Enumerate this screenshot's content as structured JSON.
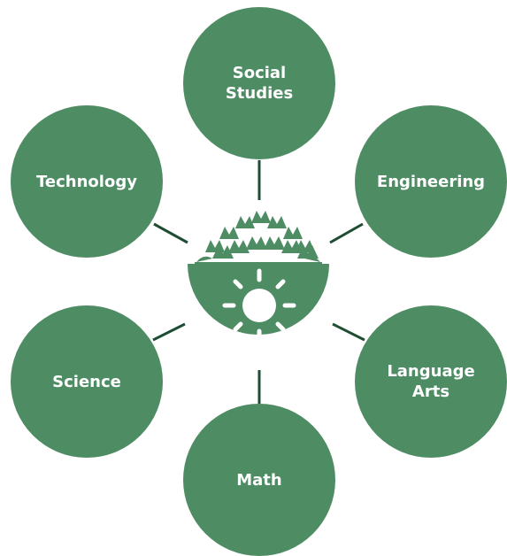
{
  "colors": {
    "node_fill": "#4e8c63",
    "connector": "#1e4d33",
    "logo_fill": "#4e8c63",
    "logo_sun": "#ffffff"
  },
  "center": {
    "icon": "tree-sun-logo-icon"
  },
  "nodes": {
    "social_studies": "Social\nStudies",
    "technology": "Technology",
    "engineering": "Engineering",
    "science": "Science",
    "language_arts": "Language\nArts",
    "math": "Math"
  }
}
